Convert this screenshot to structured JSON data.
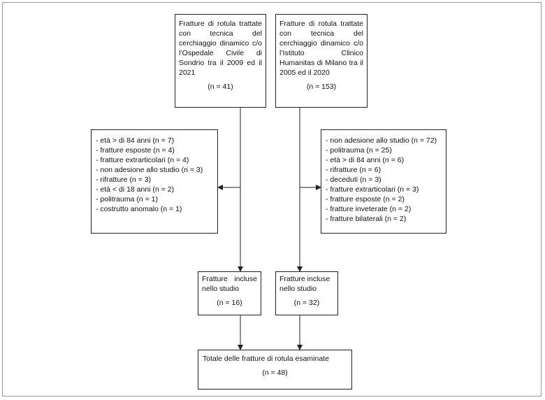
{
  "top_left": {
    "text": "Fratture di rotula trattate con tecnica del cerchiaggio dinamico c/o l’Ospedale Civile di Sondrio tra il 2009 ed il 2021",
    "n": "(n = 41)"
  },
  "top_right": {
    "text": "Fratture di rotula trattate con tecnica del cerchiaggio dinamico c/o l’Istituto Clinico Humanitas di Milano tra il 2005 ed il 2020",
    "n": "(n = 153)"
  },
  "excluded_left": [
    "- età > di 84 anni (n = 7)",
    "- fratture esposte (n = 4)",
    "- fratture extrarticolari (n = 4)",
    "- non adesione allo studio (n = 3)",
    "- rifratture (n = 3)",
    "- età < di 18 anni (n = 2)",
    "- politrauma (n = 1)",
    "- costrutto anomalo (n = 1)"
  ],
  "excluded_right": [
    "- non adesione allo studio (n = 72)",
    "- politrauma (n = 25)",
    "- età > di 84 anni (n = 6)",
    "- rifratture (n = 6)",
    "- deceduti (n = 3)",
    "- fratture extrarticolari (n = 3)",
    "- fratture esposte (n = 2)",
    "- fratture inveterate (n = 2)",
    "- fratture bilaterali (n = 2)"
  ],
  "included_left": {
    "text": "Fratture incluse nello studio",
    "n": "(n = 16)"
  },
  "included_right": {
    "text": "Fratture incluse nello studio",
    "n": "(n = 32)"
  },
  "total": {
    "text": "Totale delle fratture di rotula esaminate",
    "n": "(n = 48)"
  },
  "colors": {
    "line": "#222222",
    "frame": "#9a9a9a",
    "background": "#ffffff"
  }
}
